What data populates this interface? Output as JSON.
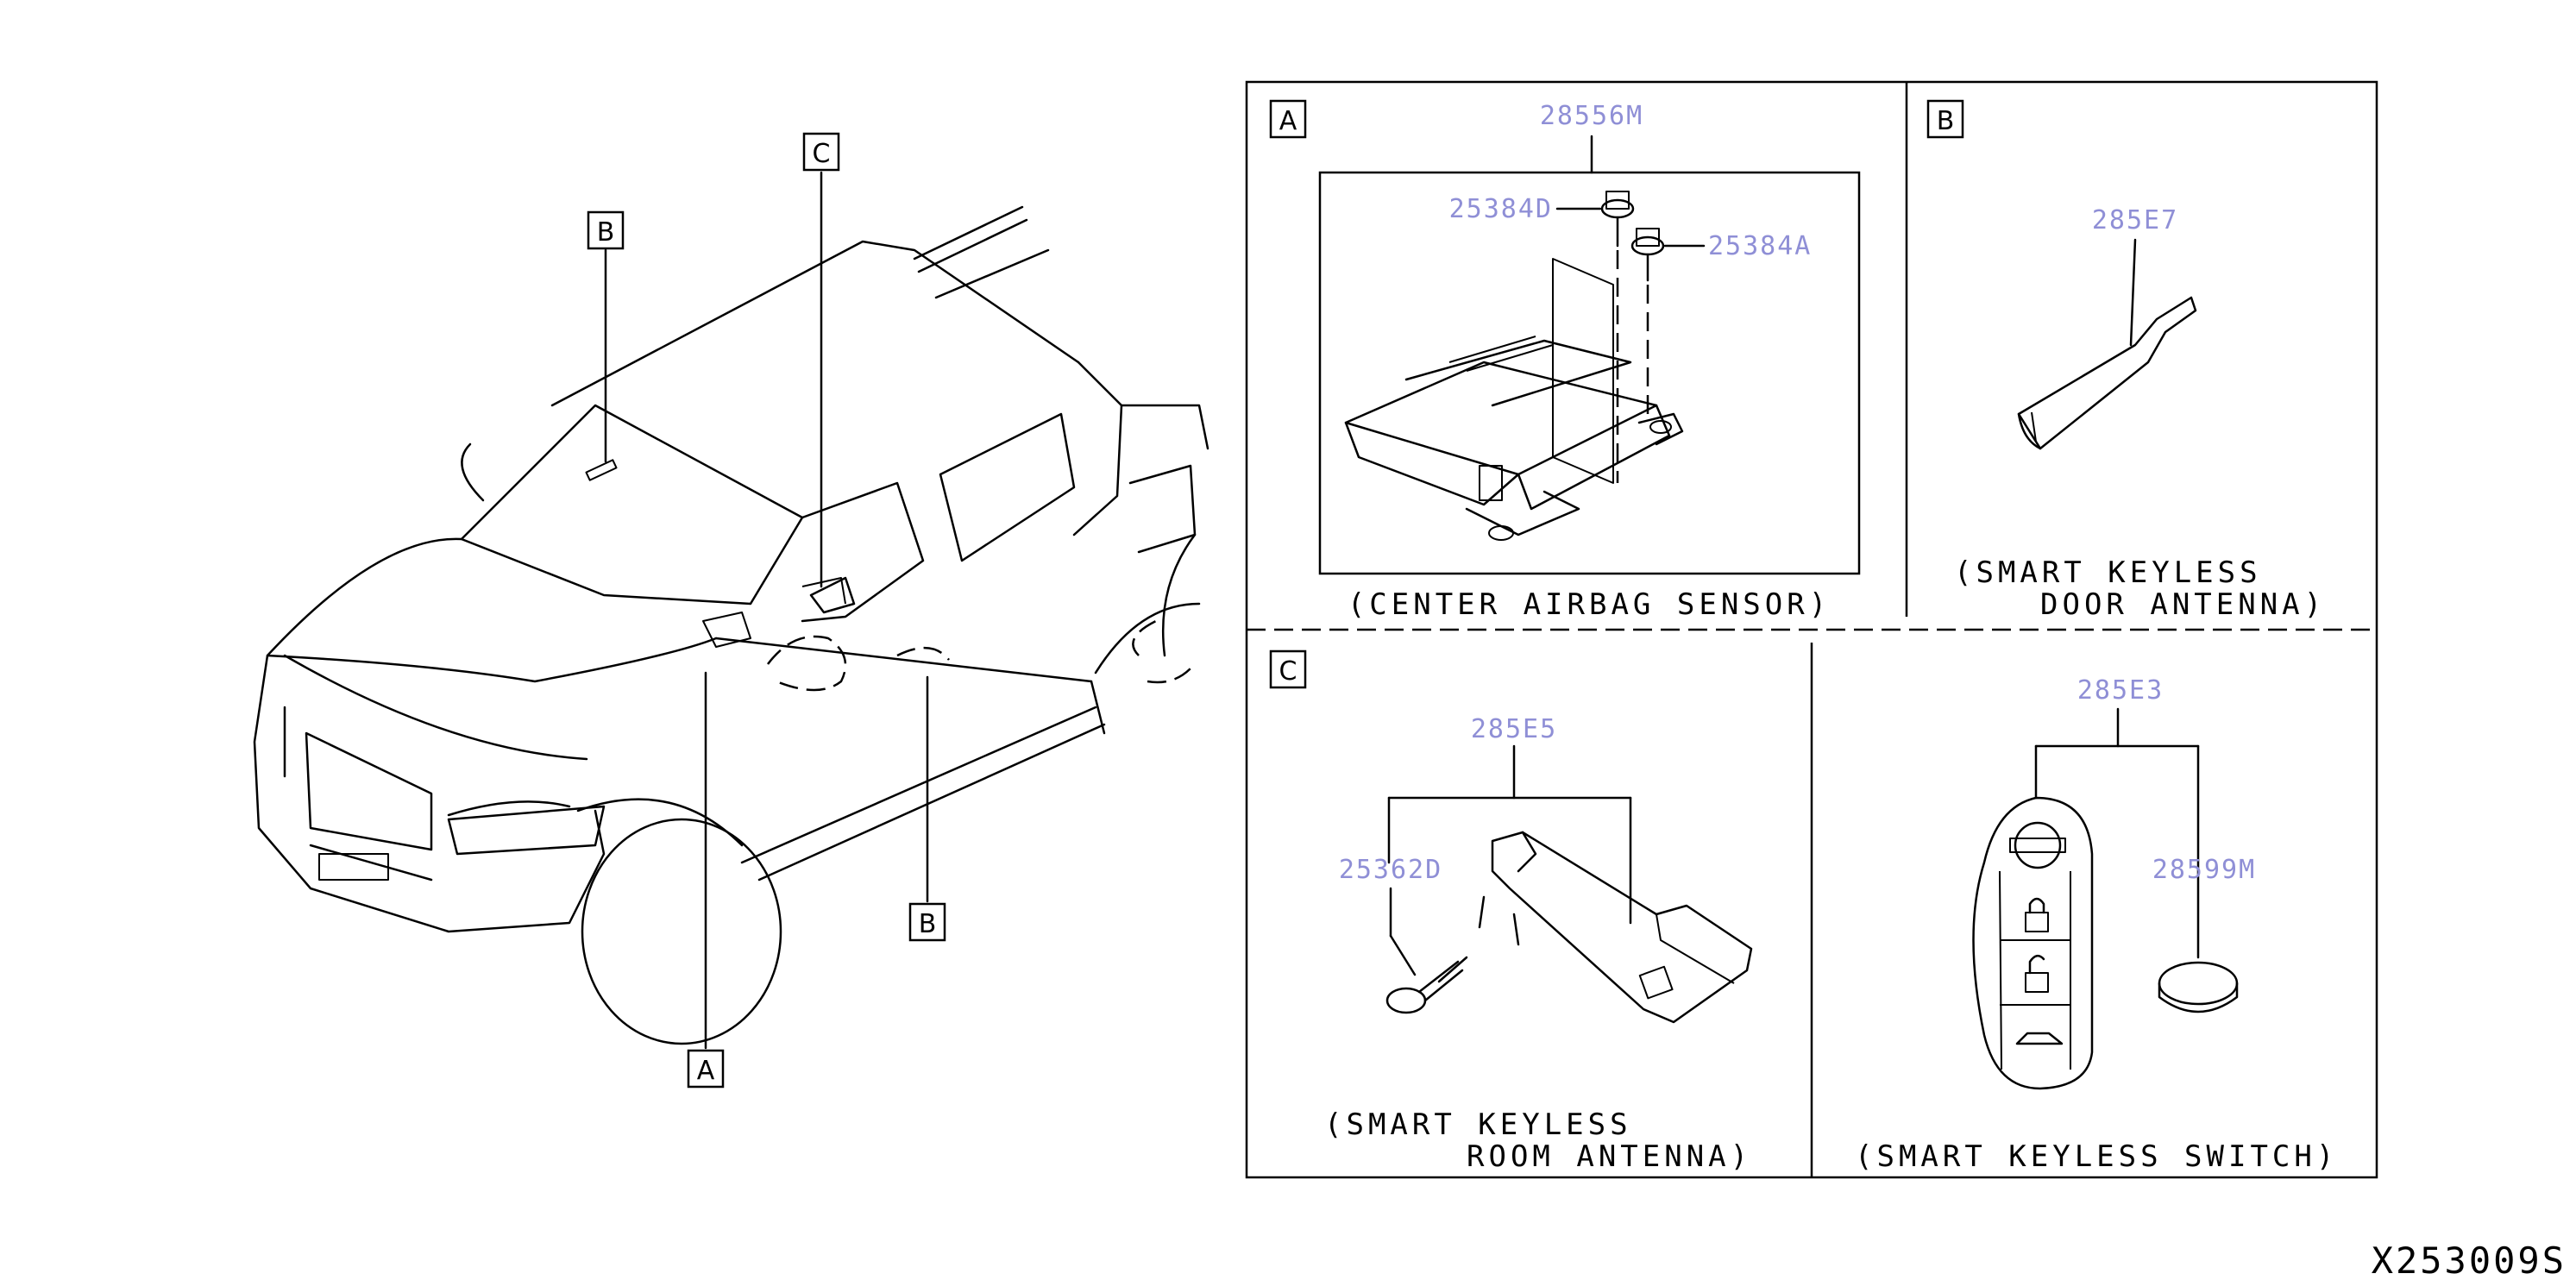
{
  "diagram_code": "X253009S",
  "vehicle_callouts": {
    "c_top": "C",
    "b_roof": "B",
    "b_door": "B",
    "a_floor": "A"
  },
  "panel_a": {
    "label": "A",
    "caption": "(CENTER AIRBAG SENSOR)",
    "parts": {
      "sensor": "28556M",
      "bolt_d": "25384D",
      "bolt_a": "25384A"
    }
  },
  "panel_b": {
    "label": "B",
    "caption_line1": "(SMART KEYLESS",
    "caption_line2": "DOOR ANTENNA)",
    "parts": {
      "antenna": "285E7"
    }
  },
  "panel_c": {
    "label": "C",
    "caption_line1": "(SMART KEYLESS",
    "caption_line2": "ROOM ANTENNA)",
    "parts": {
      "antenna": "285E5",
      "bolt": "25362D"
    }
  },
  "panel_d": {
    "caption": "(SMART KEYLESS SWITCH)",
    "parts": {
      "switch": "285E3",
      "battery": "28599M"
    }
  }
}
